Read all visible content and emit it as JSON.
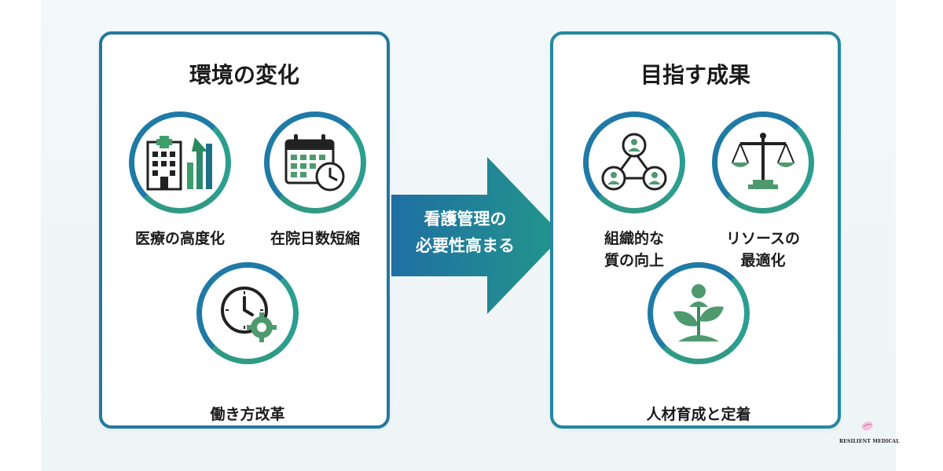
{
  "left_panel": {
    "title": "環境の変化",
    "items": [
      {
        "label": "医療の高度化",
        "icon": "hospital-growth-icon"
      },
      {
        "label": "在院日数短縮",
        "icon": "calendar-clock-icon"
      },
      {
        "label": "働き方改革",
        "icon": "clock-gear-icon"
      }
    ]
  },
  "arrow": {
    "text": "看護管理の\n必要性高まる"
  },
  "right_panel": {
    "title": "目指す成果",
    "items": [
      {
        "label": "組織的な\n質の向上",
        "icon": "team-network-icon"
      },
      {
        "label": "リソースの\n最適化",
        "icon": "balance-scale-icon"
      },
      {
        "label": "人材育成と定着",
        "icon": "person-sprout-icon"
      }
    ]
  },
  "logo": {
    "name": "RESILIENT MEDICAL"
  },
  "colors": {
    "blue": "#1f6fa3",
    "teal": "#2b9e8f",
    "green": "#4e9a6e"
  }
}
